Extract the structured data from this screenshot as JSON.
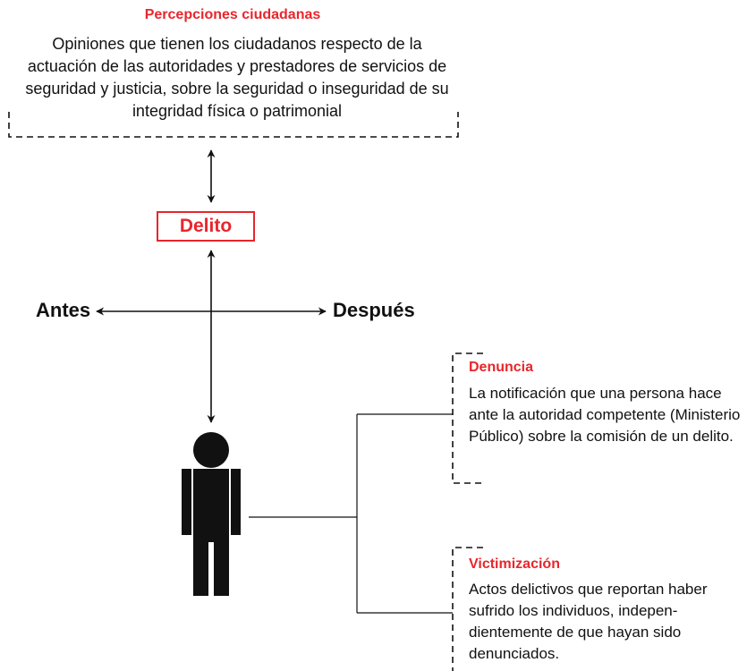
{
  "perceptions": {
    "title": "Percepciones ciudadanas",
    "body": "Opiniones que tienen los ciudadanos respecto de la actuación de las autoridades y prestadores de servicios de seguridad y justicia, sobre la seguridad o inseguridad de su integridad física o patrimonial"
  },
  "center": {
    "label": "Delito"
  },
  "timeline": {
    "before": "Antes",
    "after": "Después"
  },
  "denuncia": {
    "title": "Denuncia",
    "body": "La notificación que una persona hace ante la autoridad competente (Ministerio Público) sobre la comisión de un delito."
  },
  "victimizacion": {
    "title": "Victimización",
    "body": "Actos delictivos que reportan haber sufrido los individuos, indepen-dientemente de que hayan sido denunciados."
  },
  "colors": {
    "accent": "#e8262c",
    "ink": "#111111"
  }
}
